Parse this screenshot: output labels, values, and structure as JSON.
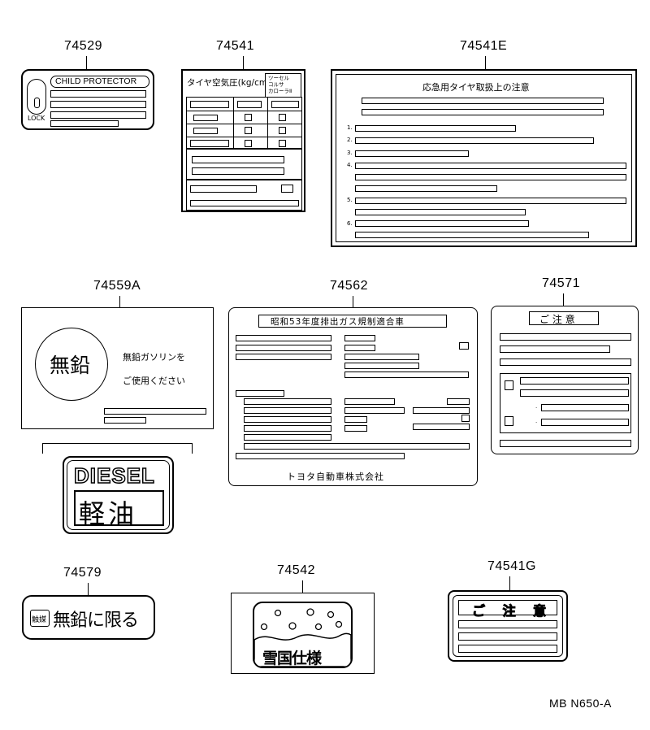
{
  "labels": {
    "l74529": {
      "part": "74529",
      "title": "CHILD PROTECTOR",
      "lock_text": "LOCK"
    },
    "l74541": {
      "part": "74541",
      "header": "タイヤ空気圧(kg/cm²)",
      "side": "ツーセル\nコルサ\nカローラⅡ"
    },
    "l74541E": {
      "part": "74541E",
      "title": "応急用タイヤ取扱上の注意",
      "item_numbers": [
        "1.",
        "2.",
        "3.",
        "4.",
        "5.",
        "6."
      ]
    },
    "l74559A": {
      "part": "74559A",
      "circle_text": "無鉛",
      "line1": "無鉛ガソリンを",
      "line2": "ご使用ください",
      "diesel_en": "DIESEL",
      "diesel_jp": "軽油"
    },
    "l74562": {
      "part": "74562",
      "title": "昭和53年度排出ガス規制適合車",
      "footer": "トヨタ自動車株式会社"
    },
    "l74571": {
      "part": "74571",
      "title": "ご 注 意"
    },
    "l74579": {
      "part": "74579",
      "small": "触媒",
      "text": "無鉛に限る"
    },
    "l74542": {
      "part": "74542",
      "text": "雪国仕様"
    },
    "l74541G": {
      "part": "74541G",
      "title": "ご 注 意"
    }
  },
  "drawing_code": "MB N650-A"
}
